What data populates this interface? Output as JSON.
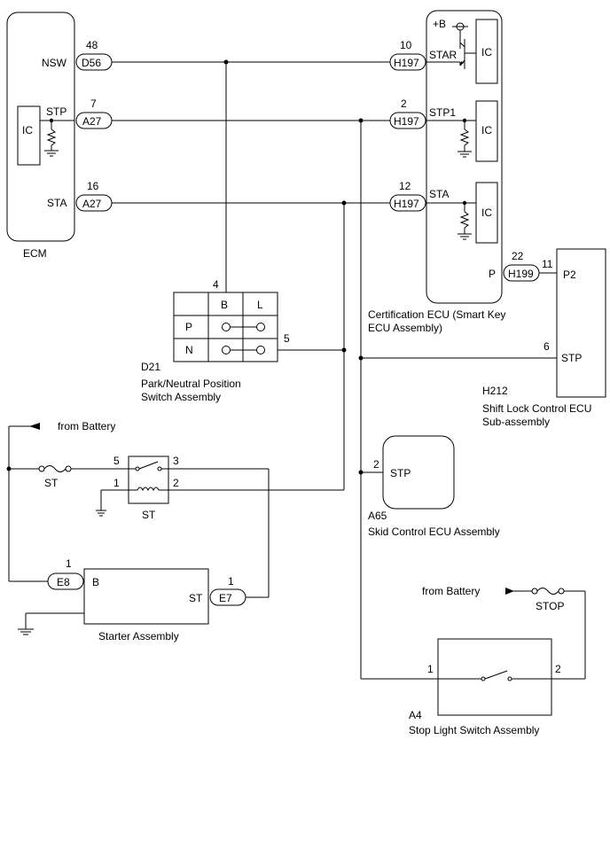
{
  "ecm": {
    "name": "ECM",
    "ic": "IC",
    "pins": {
      "nsw": {
        "label": "NSW",
        "num": "48",
        "conn": "D56"
      },
      "stp": {
        "label": "STP",
        "num": "7",
        "conn": "A27"
      },
      "sta": {
        "label": "STA",
        "num": "16",
        "conn": "A27"
      }
    }
  },
  "cert_ecu": {
    "name_line1": "Certification ECU (Smart Key",
    "name_line2": "ECU Assembly)",
    "bplus": "+B",
    "ic": "IC",
    "pins": {
      "star": {
        "label": "STAR",
        "num": "10",
        "conn": "H197"
      },
      "stp1": {
        "label": "STP1",
        "num": "2",
        "conn": "H197"
      },
      "sta": {
        "label": "STA",
        "num": "12",
        "conn": "H197"
      },
      "p": {
        "label": "P",
        "num": "22",
        "conn": "H199"
      }
    }
  },
  "shift_lock": {
    "code": "H212",
    "name_line1": "Shift Lock Control ECU",
    "name_line2": "Sub-assembly",
    "pins": {
      "p2": {
        "label": "P2",
        "num": "11"
      },
      "stp": {
        "label": "STP",
        "num": "6"
      }
    }
  },
  "pnp_switch": {
    "code": "D21",
    "name_line1": "Park/Neutral Position",
    "name_line2": "Switch Assembly",
    "col_b": "B",
    "col_l": "L",
    "row_p": "P",
    "row_n": "N",
    "pin_top": "4",
    "pin_right": "5"
  },
  "skid_ecu": {
    "code": "A65",
    "name": "Skid Control ECU Assembly",
    "pin_label": "STP",
    "pin_num": "2"
  },
  "battery_top": {
    "label": "from Battery",
    "fuse": "ST"
  },
  "st_relay": {
    "label": "ST",
    "pins": [
      "5",
      "3",
      "1",
      "2"
    ]
  },
  "starter": {
    "name": "Starter Assembly",
    "pin_b": "B",
    "pin_st": "ST",
    "conn_b": {
      "num": "1",
      "conn": "E8"
    },
    "conn_st": {
      "num": "1",
      "conn": "E7"
    }
  },
  "stop_switch": {
    "code": "A4",
    "name": "Stop Light Switch Assembly",
    "pin1": "1",
    "pin2": "2",
    "battery": "from Battery",
    "fuse": "STOP"
  }
}
